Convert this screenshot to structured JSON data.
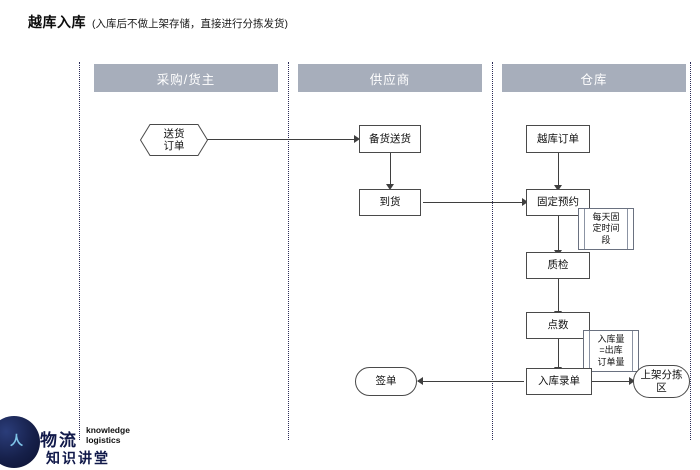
{
  "header": {
    "title_main": "越库入库",
    "title_sub": "(入库后不做上架存储，直接进行分拣发货)"
  },
  "colors": {
    "lane_header_bg": "#a7aebb",
    "lane_header_text": "#ffffff",
    "node_border": "#4a4a4a",
    "connector": "#3f3f3f",
    "divider": "#2b2b57",
    "logo_navy": "#11194a"
  },
  "lanes": [
    {
      "id": "lane-purchasing",
      "label": "采购/货主"
    },
    {
      "id": "lane-supplier",
      "label": "供应商"
    },
    {
      "id": "lane-warehouse",
      "label": "仓库"
    }
  ],
  "nodes": [
    {
      "id": "delivery-order",
      "label": "送货\n订单",
      "shape": "hexagon",
      "lane": "采购/货主"
    },
    {
      "id": "prepare-deliver",
      "label": "备货送货",
      "shape": "rect",
      "lane": "供应商"
    },
    {
      "id": "goods-arrived",
      "label": "到货",
      "shape": "rect",
      "lane": "供应商"
    },
    {
      "id": "sign-order",
      "label": "签单",
      "shape": "rounded",
      "lane": "供应商"
    },
    {
      "id": "crossdock-order",
      "label": "越库订单",
      "shape": "rect",
      "lane": "仓库"
    },
    {
      "id": "fixed-appointment",
      "label": "固定预约",
      "shape": "rect",
      "lane": "仓库"
    },
    {
      "id": "quality-check",
      "label": "质检",
      "shape": "rect",
      "lane": "仓库"
    },
    {
      "id": "counting",
      "label": "点数",
      "shape": "rect",
      "lane": "仓库"
    },
    {
      "id": "inbound-entry",
      "label": "入库录单",
      "shape": "rect",
      "lane": "仓库"
    },
    {
      "id": "sorting-area",
      "label": "上架分拣\n区",
      "shape": "rounded",
      "lane": "仓库"
    }
  ],
  "notes": [
    {
      "id": "note-fixed-timeslot",
      "text": "每天固\n定时间\n段",
      "attached_to": "固定预约"
    },
    {
      "id": "note-qty-match",
      "text": "入库量\n=出库\n订单量",
      "attached_to": "点数"
    }
  ],
  "edges": [
    {
      "from": "送货订单",
      "to": "备货送货",
      "direction": "right"
    },
    {
      "from": "备货送货",
      "to": "到货",
      "direction": "down"
    },
    {
      "from": "到货",
      "to": "固定预约",
      "direction": "right"
    },
    {
      "from": "越库订单",
      "to": "固定预约",
      "direction": "down"
    },
    {
      "from": "固定预约",
      "to": "质检",
      "direction": "down"
    },
    {
      "from": "质检",
      "to": "点数",
      "direction": "down"
    },
    {
      "from": "点数",
      "to": "入库录单",
      "direction": "down"
    },
    {
      "from": "入库录单",
      "to": "签单",
      "direction": "left"
    },
    {
      "from": "入库录单",
      "to": "上架分拣区",
      "direction": "right"
    }
  ],
  "logo": {
    "cn_top": "物流",
    "en_line1": "knowledge",
    "en_line2": "logistics",
    "cn_bottom": "知识讲堂",
    "mark_glyph": "人"
  }
}
